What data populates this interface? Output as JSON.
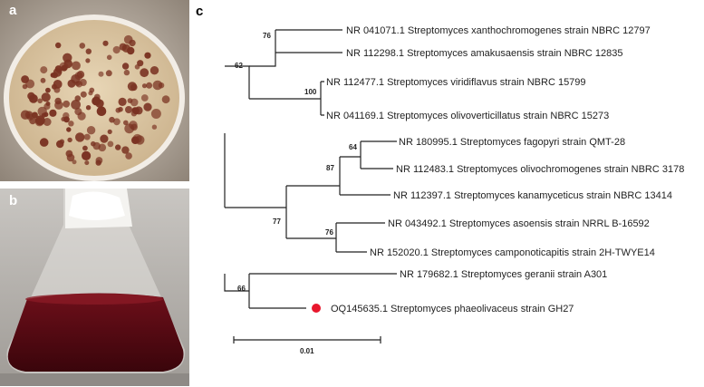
{
  "panels": {
    "a": "a",
    "b": "b",
    "c": "c"
  },
  "colors": {
    "branch": "#222222",
    "marker": "#e8172d",
    "agar": "#dfc9a6",
    "colony": "#7a3322",
    "broth": "#5a0b12"
  },
  "tree": {
    "taxa": [
      "NR 041071.1 Streptomyces xanthochromogenes strain NBRC 12797",
      "NR 112298.1 Streptomyces amakusaensis strain NBRC 12835",
      "NR 112477.1 Streptomyces viridiflavus strain NBRC 15799",
      "NR 041169.1 Streptomyces olivoverticillatus strain NBRC 15273",
      "NR 180995.1 Streptomyces fagopyri strain QMT-28",
      "NR 112483.1 Streptomyces olivochromogenes strain NBRC 3178",
      "NR 112397.1 Streptomyces kanamyceticus strain NBRC 13414",
      "NR 043492.1 Streptomyces asoensis strain NRRL B-16592",
      "NR 152020.1 Streptomyces camponoticapitis strain 2H-TWYE14",
      "NR 179682.1 Streptomyces geranii strain A301",
      "OQ145635.1 Streptomyces phaeolivaceus strain GH27"
    ],
    "bootstrap": [
      "76",
      "62",
      "100",
      "64",
      "87",
      "77",
      "76",
      "66"
    ],
    "scale": "0.01"
  }
}
